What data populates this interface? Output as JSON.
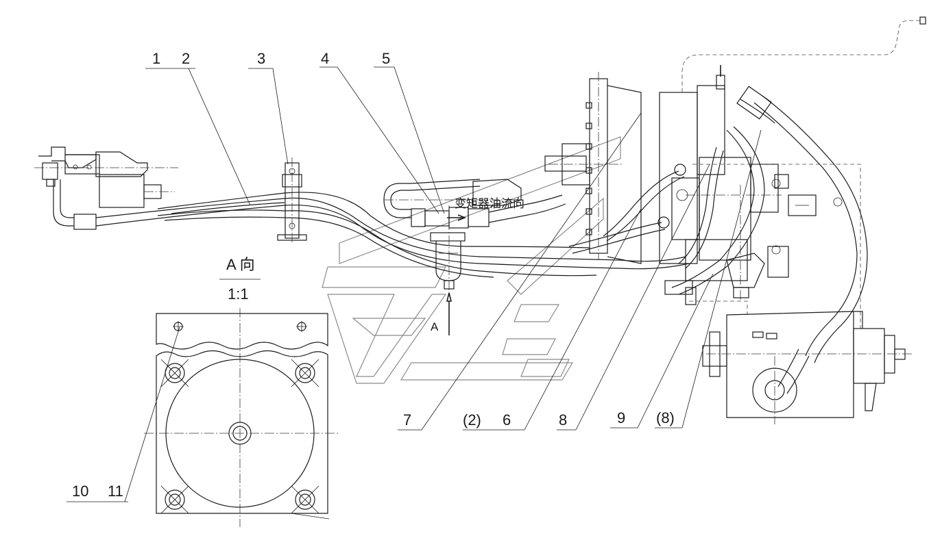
{
  "callouts": {
    "c1": "1",
    "c2": "2",
    "c3": "3",
    "c4": "4",
    "c5": "5",
    "c7": "7",
    "c2b": "(2)",
    "c6": "6",
    "c8": "8",
    "c9": "9",
    "c8b": "(8)",
    "c10": "10",
    "c11": "11"
  },
  "view": {
    "title": "A 向",
    "scale": "1:1",
    "arrow_label": "A"
  },
  "flow_note": "变矩器油流向"
}
